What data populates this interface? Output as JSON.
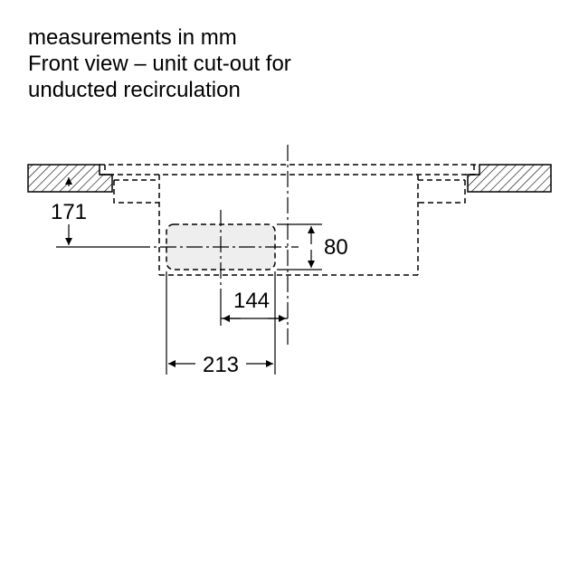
{
  "caption": {
    "line1": "measurements in mm",
    "line2": "Front view – unit cut-out for",
    "line3": "unducted recirculation"
  },
  "dimensions": {
    "height_to_center": "171",
    "cutout_height": "80",
    "offset_to_axis": "144",
    "cutout_width": "213"
  },
  "colors": {
    "line": "#000000",
    "cutout_fill": "#eeeeee",
    "hatch": "#000000"
  }
}
